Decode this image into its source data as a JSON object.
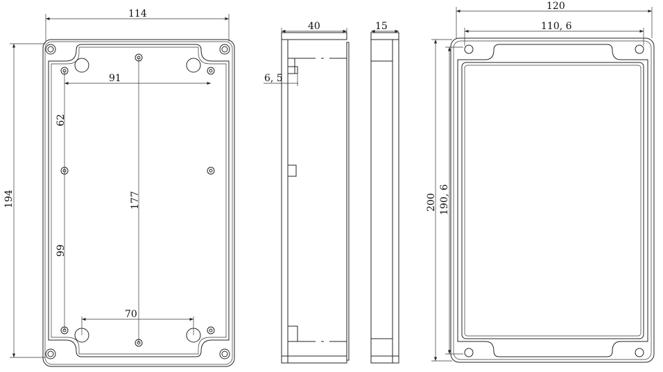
{
  "views": {
    "bottom_view": {
      "width": "114",
      "height": "194",
      "hole_span_x": "91",
      "hole_span_y_upper": "62",
      "hole_span_y_lower": "99",
      "center_span": "177",
      "lower_span": "70"
    },
    "side_view": {
      "depth": "40",
      "offset": "6, 5"
    },
    "lid_side_view": {
      "depth": "15"
    },
    "top_view": {
      "outer_width": "120",
      "inner_width": "110, 6",
      "outer_height": "200",
      "inner_height": "190, 6"
    }
  }
}
